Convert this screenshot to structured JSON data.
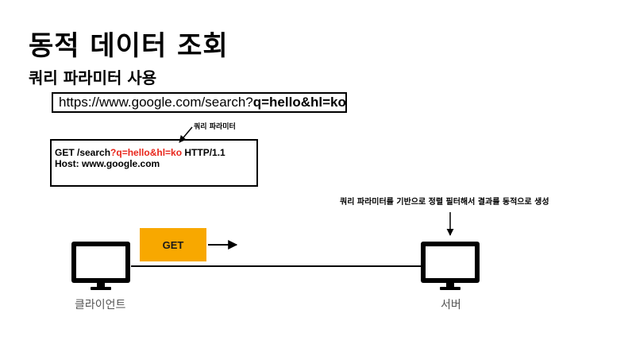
{
  "title": "동적 데이터 조회",
  "subtitle": "쿼리 파라미터 사용",
  "url": {
    "base": "https://www.google.com/search?",
    "query": "q=hello&hl=ko"
  },
  "query_param_label": "쿼리 파라미터",
  "request": {
    "method_path": "GET /search",
    "query": "?q=hello&hl=ko",
    "protocol": " HTTP/1.1",
    "host_line": "Host: www.google.com"
  },
  "server_note": "쿼리 파라미터를 기반으로 정렬 필터해서 결과를 동적으로 생성",
  "get_label": "GET",
  "client_label": "클라이언트",
  "server_label": "서버",
  "colors": {
    "accent": "#f8a800",
    "highlight": "#e8261c"
  }
}
